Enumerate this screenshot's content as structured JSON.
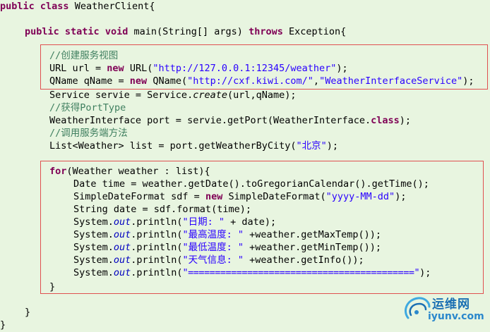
{
  "code": {
    "l1": {
      "kw1": "public",
      "kw2": "class",
      "name": "WeatherClient{"
    },
    "l2": {
      "kw1": "public",
      "kw2": "static",
      "kw3": "void",
      "sig": "main(String[] args)",
      "kw4": "throws",
      "rest": "Exception{"
    },
    "l3": {
      "comment": "//创建服务视图"
    },
    "l4": {
      "pre": "URL url = ",
      "kw": "new",
      "mid": "URL(",
      "str": "\"http://127.0.0.1:12345/weather\"",
      "post": ");"
    },
    "l5": {
      "pre": "QName qName = ",
      "kw": "new",
      "mid": "QName(",
      "str1": "\"http://cxf.kiwi.com/\"",
      "sep": ",",
      "str2": "\"WeatherInterfaceService\"",
      "post": ");"
    },
    "l6": {
      "pre": "Service servie = Service.",
      "method": "create",
      "post": "(url,qName);"
    },
    "l7": {
      "comment": "//获得PortType"
    },
    "l8": {
      "pre": "WeatherInterface port = servie.getPort(WeatherInterface.",
      "kw": "class",
      "post": ");"
    },
    "l9": {
      "comment": "//调用服务端方法"
    },
    "l10": {
      "pre": "List<Weather> list = port.getWeatherByCity(",
      "str": "\"北京\"",
      "post": ");"
    },
    "l11": {
      "kw": "for",
      "rest": "(Weather weather : list){"
    },
    "l12": {
      "text": "Date time = weather.getDate().toGregorianCalendar().getTime();"
    },
    "l13": {
      "pre": "SimpleDateFormat sdf = ",
      "kw": "new",
      "mid": " SimpleDateFormat(",
      "str": "\"yyyy-MM-dd\"",
      "post": ");"
    },
    "l14": {
      "text": "String date = sdf.format(time);"
    },
    "l15": {
      "pre": "System.",
      "field": "out",
      "mid": ".println(",
      "str": "\"日期: \"",
      "post": " + date);"
    },
    "l16": {
      "pre": "System.",
      "field": "out",
      "mid": ".println(",
      "str": "\"最高温度: \"",
      "post": " +weather.getMaxTemp());"
    },
    "l17": {
      "pre": "System.",
      "field": "out",
      "mid": ".println(",
      "str": "\"最低温度: \"",
      "post": " +weather.getMinTemp());"
    },
    "l18": {
      "pre": "System.",
      "field": "out",
      "mid": ".println(",
      "str": "\"天气信息: \"",
      "post": " +weather.getInfo());"
    },
    "l19": {
      "pre": "System.",
      "field": "out",
      "mid": ".println(",
      "str": "\"==========================================\"",
      "post": ");"
    },
    "l20": {
      "text": "}"
    },
    "l21": {
      "text": "}"
    },
    "l22": {
      "text": "}"
    }
  },
  "watermark": {
    "cn": "运维网",
    "url": "iyunv.com"
  },
  "colors": {
    "keyword": "#7f0055",
    "string": "#2a00ff",
    "comment": "#3f7f5f",
    "field": "#0000c0",
    "box": "#e05050",
    "background": "#e8f5e0"
  }
}
